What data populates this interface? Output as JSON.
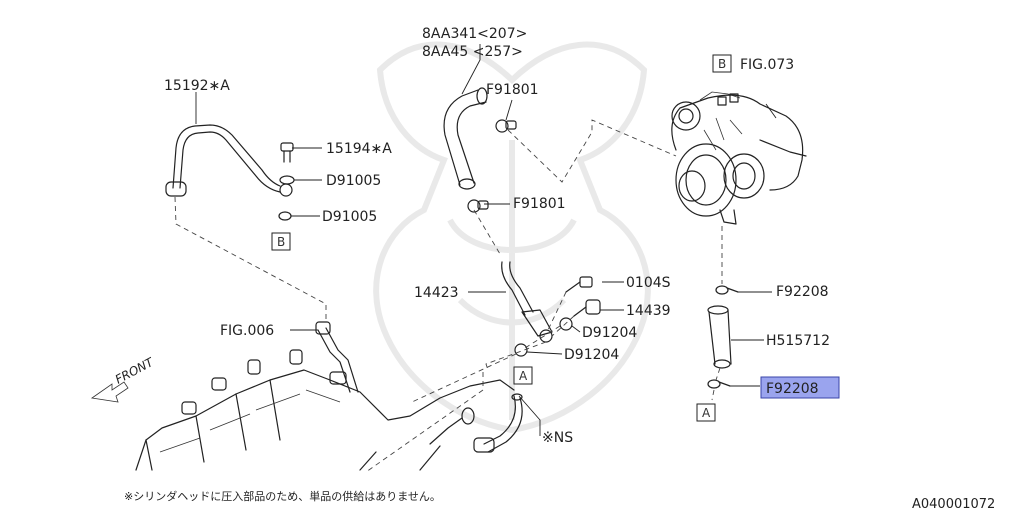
{
  "diagram": {
    "callouts": {
      "hose_top_a": "8AA341<207>",
      "hose_top_b": "8AA45 <257>",
      "fig073": "FIG.073",
      "ref_b_top": "B",
      "f91801_top": "F91801",
      "pipe_15192": "15192∗A",
      "bolt_15194": "15194∗A",
      "d91005_a": "D91005",
      "d91005_b": "D91005",
      "ref_b_left": "B",
      "f91801_mid": "F91801",
      "f92208_top": "F92208",
      "pipe_14423": "14423",
      "bolt_0104s": "0104S",
      "union_14439": "14439",
      "d91204_a": "D91204",
      "h515712": "H515712",
      "fig006": "FIG.006",
      "d91204_b": "D91204",
      "ref_a_mid": "A",
      "f92208_sel": "F92208",
      "front": "FRONT",
      "ns": "※NS",
      "ref_a_right": "A"
    },
    "footnote": "※シリンダヘッドに圧入部品のため、単品の供給はありません。",
    "drawing_code": "A040001072",
    "highlight_color": "#9aa4ee"
  }
}
